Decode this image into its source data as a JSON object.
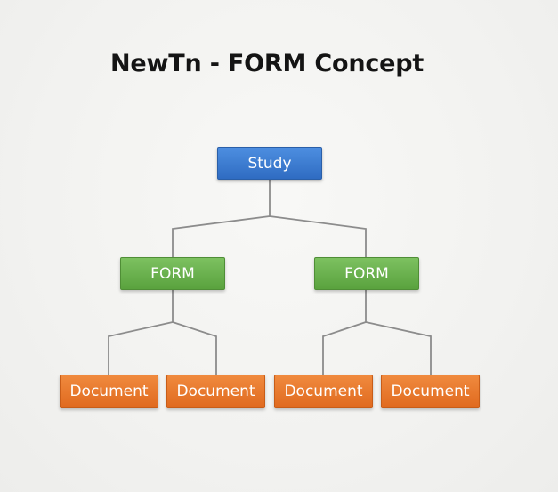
{
  "title": "NewTn - FORM Concept",
  "colors": {
    "study": "#3b7dd4",
    "form": "#6bb24e",
    "document": "#e87a2c",
    "connector": "#8a8a8a"
  },
  "tree": {
    "root": "Study",
    "forms": [
      {
        "label": "FORM",
        "documents": [
          "Document",
          "Document"
        ]
      },
      {
        "label": "FORM",
        "documents": [
          "Document",
          "Document"
        ]
      }
    ]
  }
}
